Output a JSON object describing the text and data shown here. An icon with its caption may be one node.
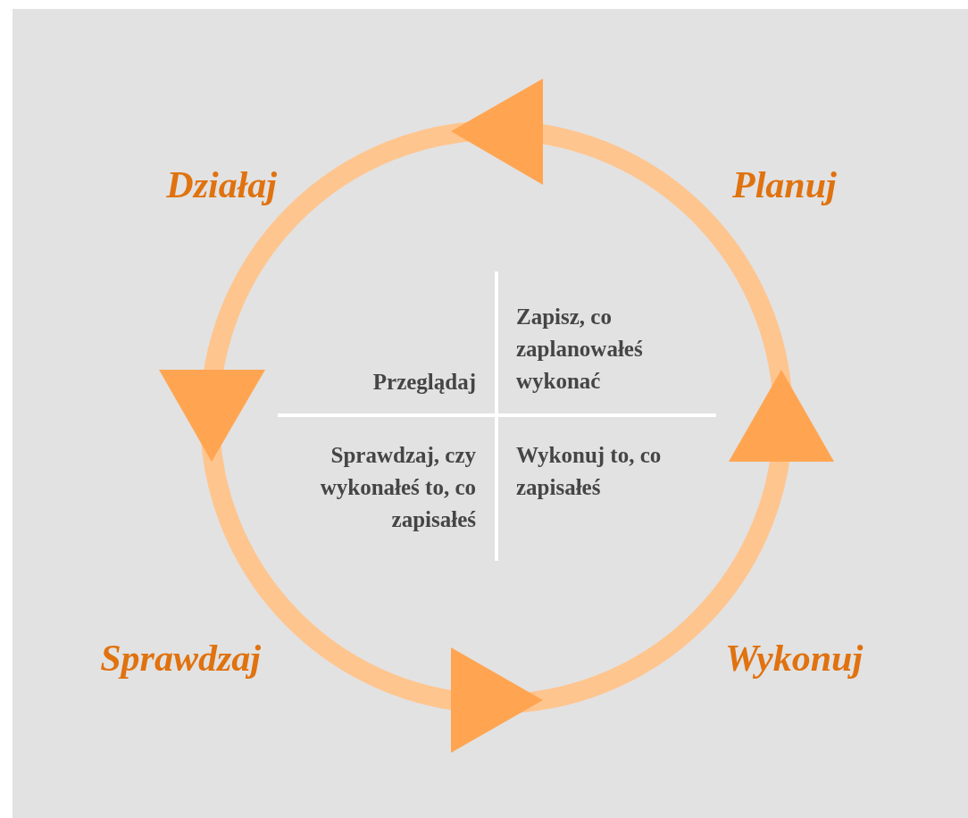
{
  "diagram": {
    "labels": [
      "Działaj",
      "Planuj",
      "Zapisz, co zaplanowałeś wykonać",
      "Przeglądaj",
      "Sprawdzaj, czy wykonałeś to, co zapisałeś",
      "Wykonuj to, co zapisałeś",
      "Sprawdzaj",
      "Wykonuj"
    ]
  }
}
